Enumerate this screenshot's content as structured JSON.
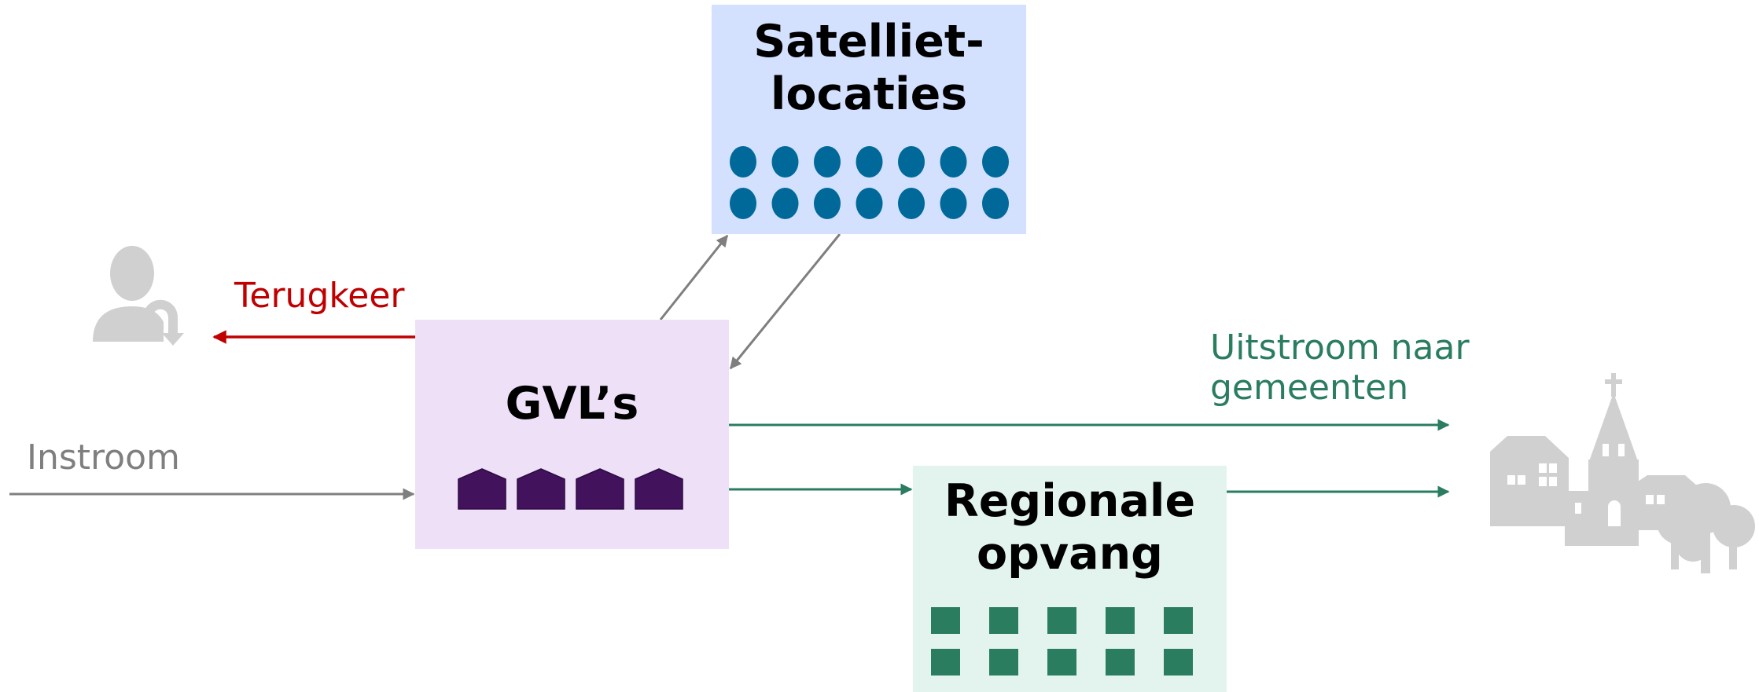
{
  "boxes": {
    "satelliet": {
      "title": "Satelliet-\nlocaties",
      "fill": "#d3e1fe",
      "mark_color": "#006999",
      "mark_count": 14
    },
    "gvl": {
      "title": "GVL’s",
      "fill": "#ede0f7",
      "mark_color": "#42135c",
      "mark_count": 4
    },
    "regionale": {
      "title": "Regionale\nopvang",
      "fill": "#e3f4ef",
      "mark_color": "#2a7d5f",
      "mark_count": 10
    }
  },
  "labels": {
    "terugkeer": "Terugkeer",
    "instroom": "Instroom",
    "uitstroom": "Uitstroom naar\ngemeenten"
  },
  "colors": {
    "terugkeer": "#c00000",
    "instroom": "#7f7f7f",
    "uitstroom": "#2a7d5f",
    "icon": "#d0d0d0",
    "arrow_grey": "#7f7f7f"
  },
  "icons": [
    "person-return-icon",
    "village-icon"
  ]
}
